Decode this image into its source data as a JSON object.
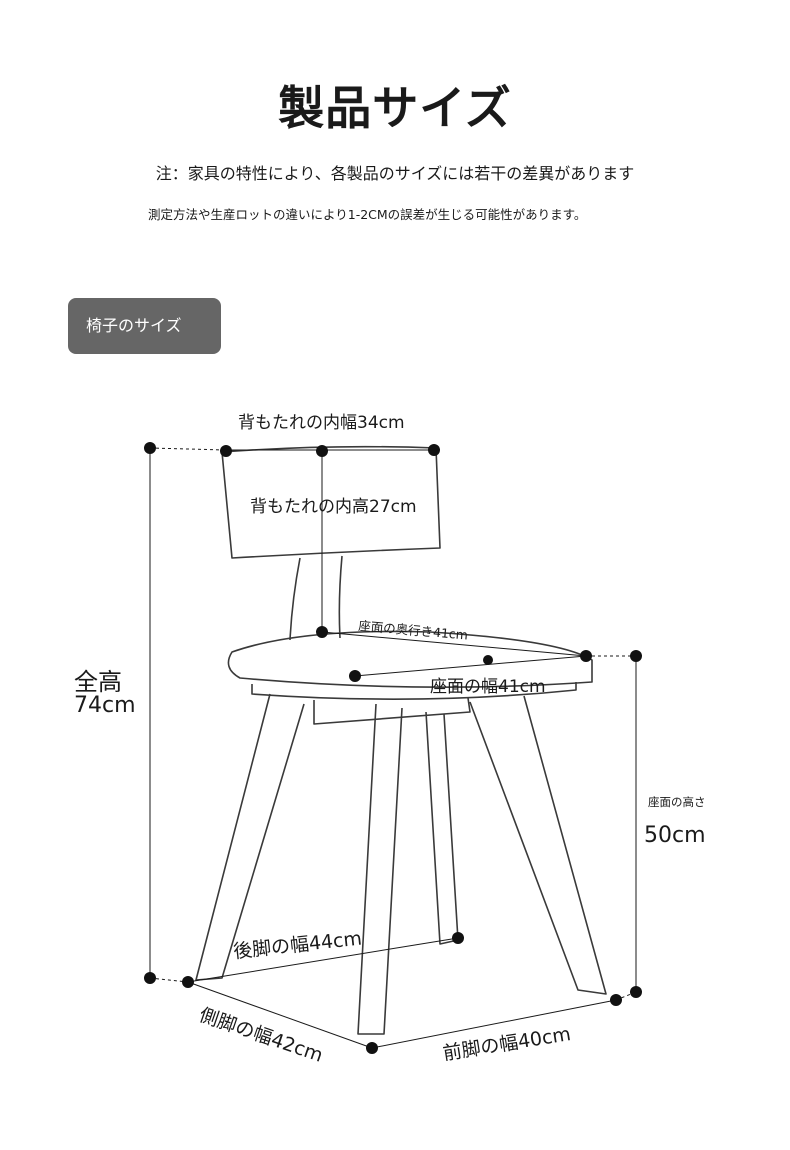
{
  "title": "製品サイズ",
  "notes": {
    "line1": "注：家具の特性により、各製品のサイズには若干の差異があります",
    "line2": "測定方法や生産ロットの違いにより1-2CMの誤差が生じる可能性があります。"
  },
  "section_tab": "椅子のサイズ",
  "dimensions": {
    "backrest_inner_width": "背もたれの内幅34cm",
    "backrest_inner_height": "背もたれの内高27cm",
    "seat_depth": "座面の奥行き41cm",
    "seat_width": "座面の幅41cm",
    "total_height_label": "全高",
    "total_height_value": "74cm",
    "seat_height_label": "座面の高さ",
    "seat_height_value": "50cm",
    "rear_leg_width": "後脚の幅44cm",
    "side_leg_width": "側脚の幅42cm",
    "front_leg_width": "前脚の幅40cm"
  }
}
